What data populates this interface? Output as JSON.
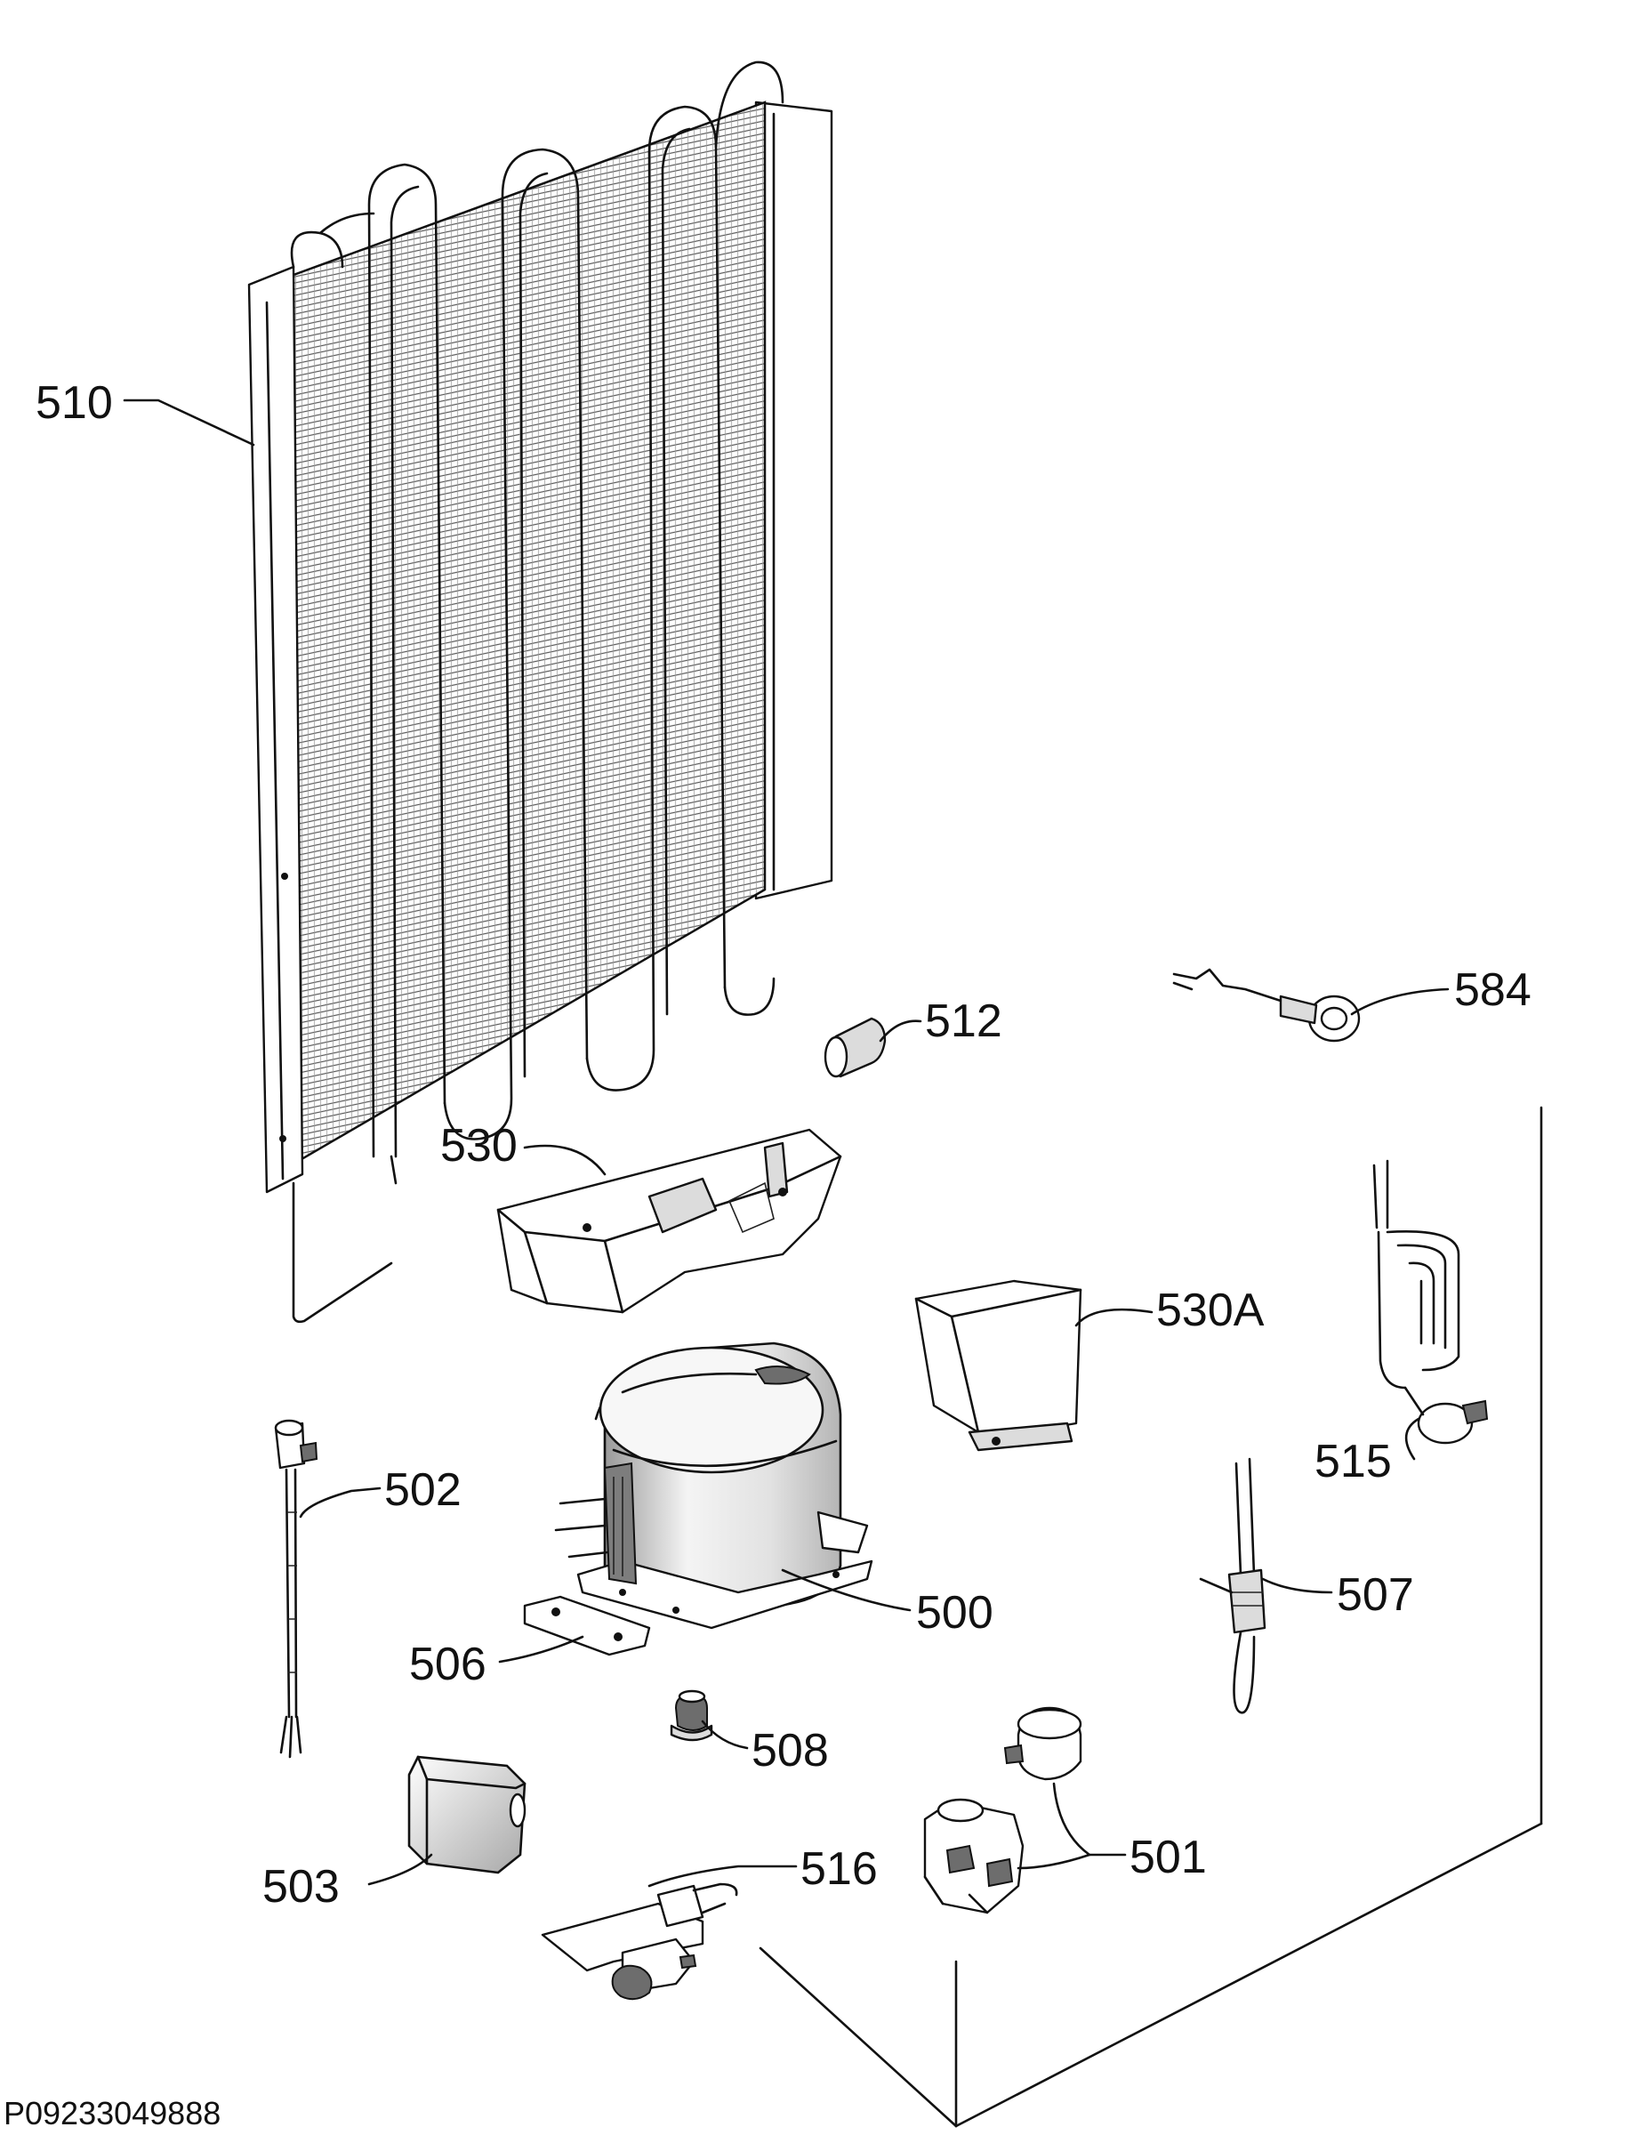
{
  "document_id": "P09233049888",
  "parts": {
    "condenser": "510",
    "tube_sleeve": "512",
    "thermal_probe": "584",
    "drip_tray": "530",
    "drip_tray_cup": "530A",
    "heater_element": "515",
    "overload_lead": "502",
    "compressor": "500",
    "thermostat_sensor": "507",
    "mounting_plate": "506",
    "grommet": "508",
    "relay_and_protector": "501",
    "capacitor": "503",
    "terminal_bracket": "516"
  }
}
